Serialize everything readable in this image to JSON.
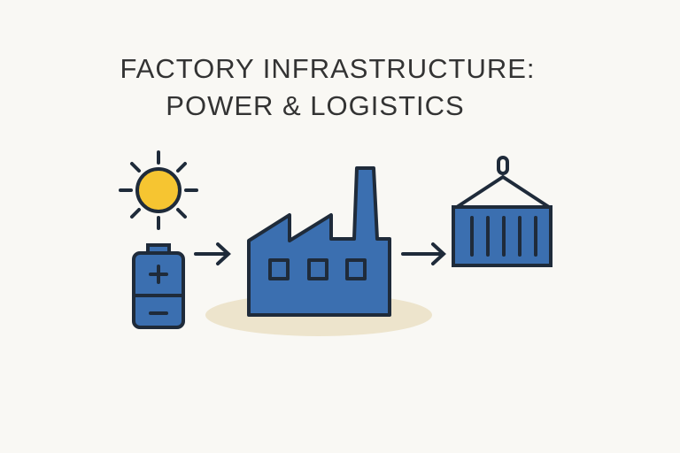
{
  "title": {
    "line1": "FACTORY INFRASTRUCTURE:",
    "line2": "POWER & LOGISTICS"
  },
  "icons": [
    "sun-icon",
    "battery-icon",
    "factory-icon",
    "shipping-container-icon"
  ],
  "flow": [
    "battery",
    "factory",
    "shipping-container"
  ],
  "colors": {
    "blue": "#3b6fb0",
    "outline": "#1f2b3a",
    "sun": "#f6c531",
    "ground": "#ede4cc",
    "background": "#f9f8f4"
  }
}
